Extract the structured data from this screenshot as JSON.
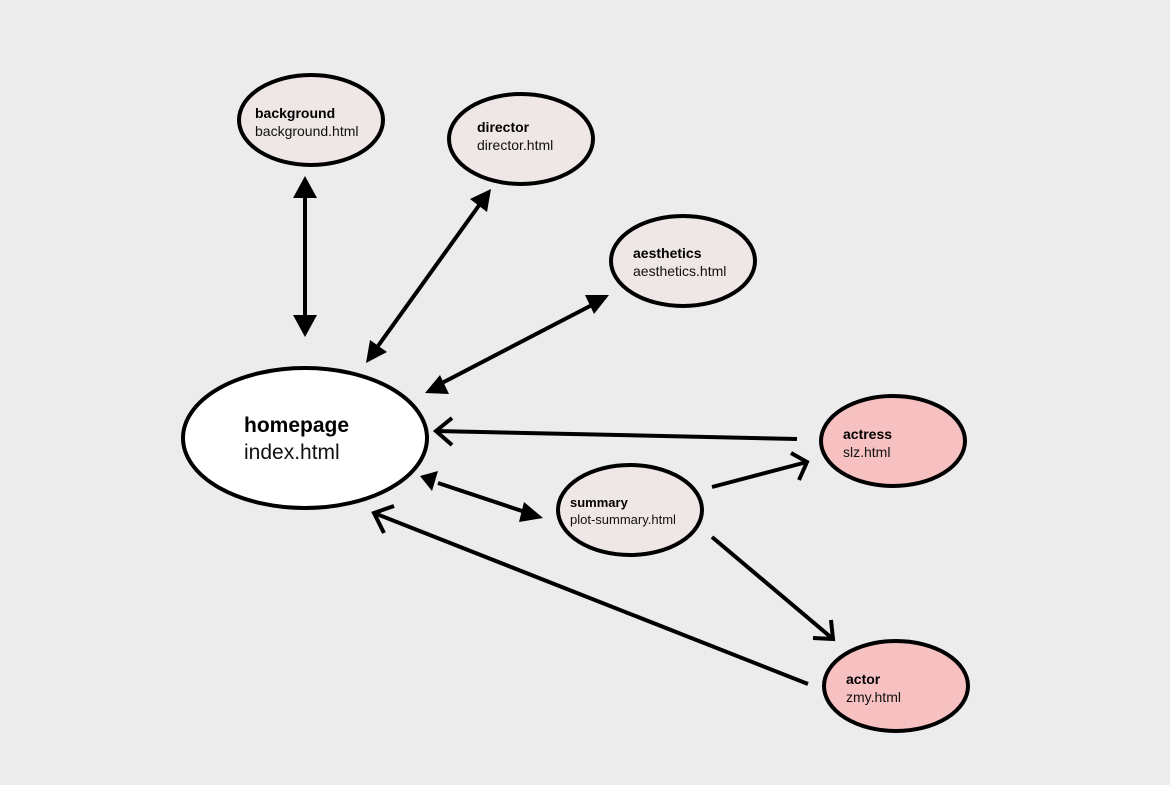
{
  "diagram": {
    "colors": {
      "background": "#ececec",
      "root_fill": "#ffffff",
      "page_fill": "#efe6e6",
      "character_fill": "#f7c1c1",
      "stroke": "#000000"
    },
    "nodes": {
      "homepage": {
        "title": "homepage",
        "file": "index.html"
      },
      "background": {
        "title": "background",
        "file": "background.html"
      },
      "director": {
        "title": "director",
        "file": "director.html"
      },
      "aesthetics": {
        "title": "aesthetics",
        "file": "aesthetics.html"
      },
      "summary": {
        "title": "summary",
        "file": "plot-summary.html"
      },
      "actress": {
        "title": "actress",
        "file": "slz.html"
      },
      "actor": {
        "title": "actor",
        "file": "zmy.html"
      }
    },
    "edges": [
      {
        "from": "homepage",
        "to": "background",
        "direction": "both",
        "head": "solid"
      },
      {
        "from": "homepage",
        "to": "director",
        "direction": "both",
        "head": "solid"
      },
      {
        "from": "homepage",
        "to": "aesthetics",
        "direction": "both",
        "head": "solid"
      },
      {
        "from": "homepage",
        "to": "summary",
        "direction": "both",
        "head": "solid"
      },
      {
        "from": "actress",
        "to": "homepage",
        "direction": "forward",
        "head": "open"
      },
      {
        "from": "actor",
        "to": "homepage",
        "direction": "forward",
        "head": "open"
      },
      {
        "from": "summary",
        "to": "actress",
        "direction": "forward",
        "head": "open"
      },
      {
        "from": "summary",
        "to": "actor",
        "direction": "forward",
        "head": "open"
      }
    ]
  }
}
